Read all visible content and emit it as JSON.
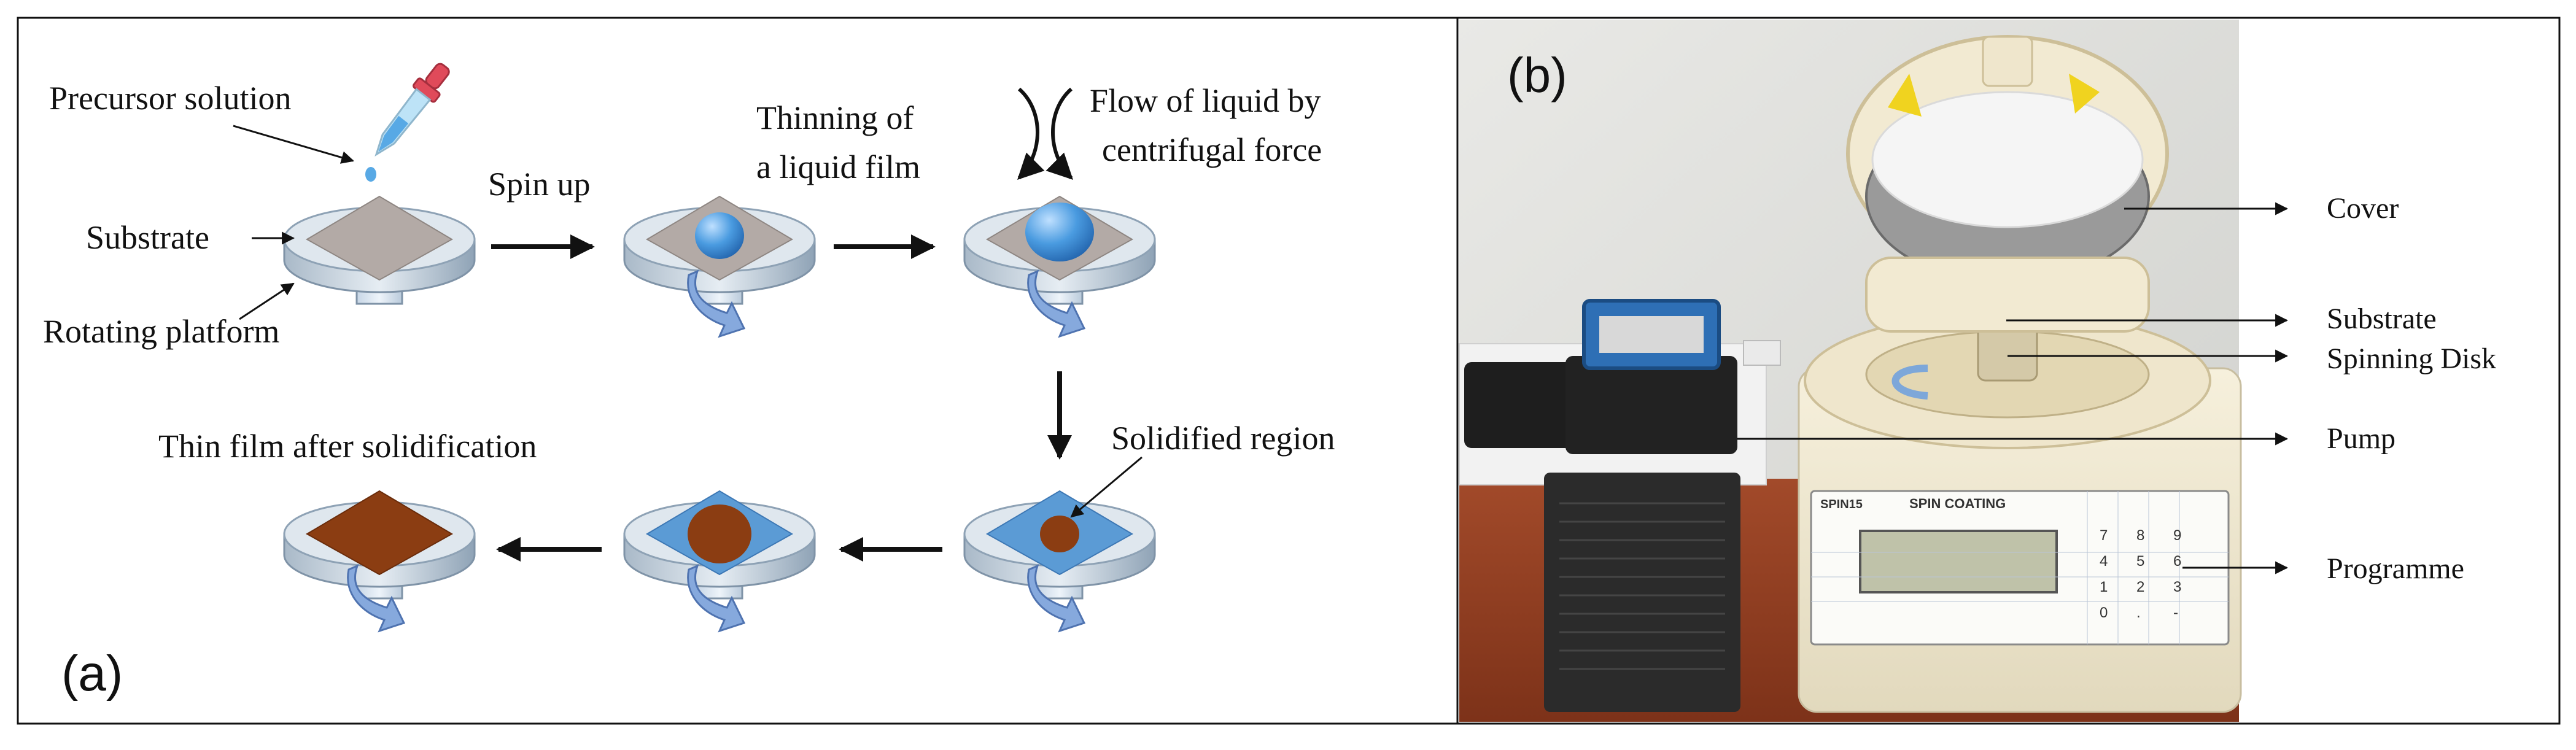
{
  "panel_a": {
    "tag": "(a)",
    "labels": {
      "precursor": "Precursor solution",
      "substrate": "Substrate",
      "rotating_platform": "Rotating platform",
      "spin_up": "Spin up",
      "thinning_1": "Thinning of",
      "thinning_2": "a liquid film",
      "flow_1": "Flow of liquid by",
      "flow_2": "centrifugal force",
      "solidified": "Solidified region",
      "thin_film": "Thin film after solidification"
    }
  },
  "panel_b": {
    "tag": "(b)",
    "labels": {
      "cover": "Cover",
      "substrate": "Substrate",
      "spinning_disk": "Spinning Disk",
      "pump": "Pump",
      "programme": "Programme"
    },
    "device": {
      "brand": "SPIN15",
      "title": "SPIN COATING",
      "keys": [
        "7",
        "8",
        "9",
        "4",
        "5",
        "6",
        "1",
        "2",
        "3",
        "0",
        ".",
        "-"
      ]
    }
  },
  "colors": {
    "substrate_gray": "#b3aaa6",
    "liquid_blue": "#3f8fd6",
    "film_blue": "#5b9bd5",
    "solid_brown": "#8b3d12",
    "platform": "#d9e2ea",
    "arrow": "#111111",
    "rotation_arrow": "#6f97d3"
  },
  "icons": [
    "dropper-icon",
    "rotation-arrow-icon",
    "curved-arrow-icon"
  ]
}
